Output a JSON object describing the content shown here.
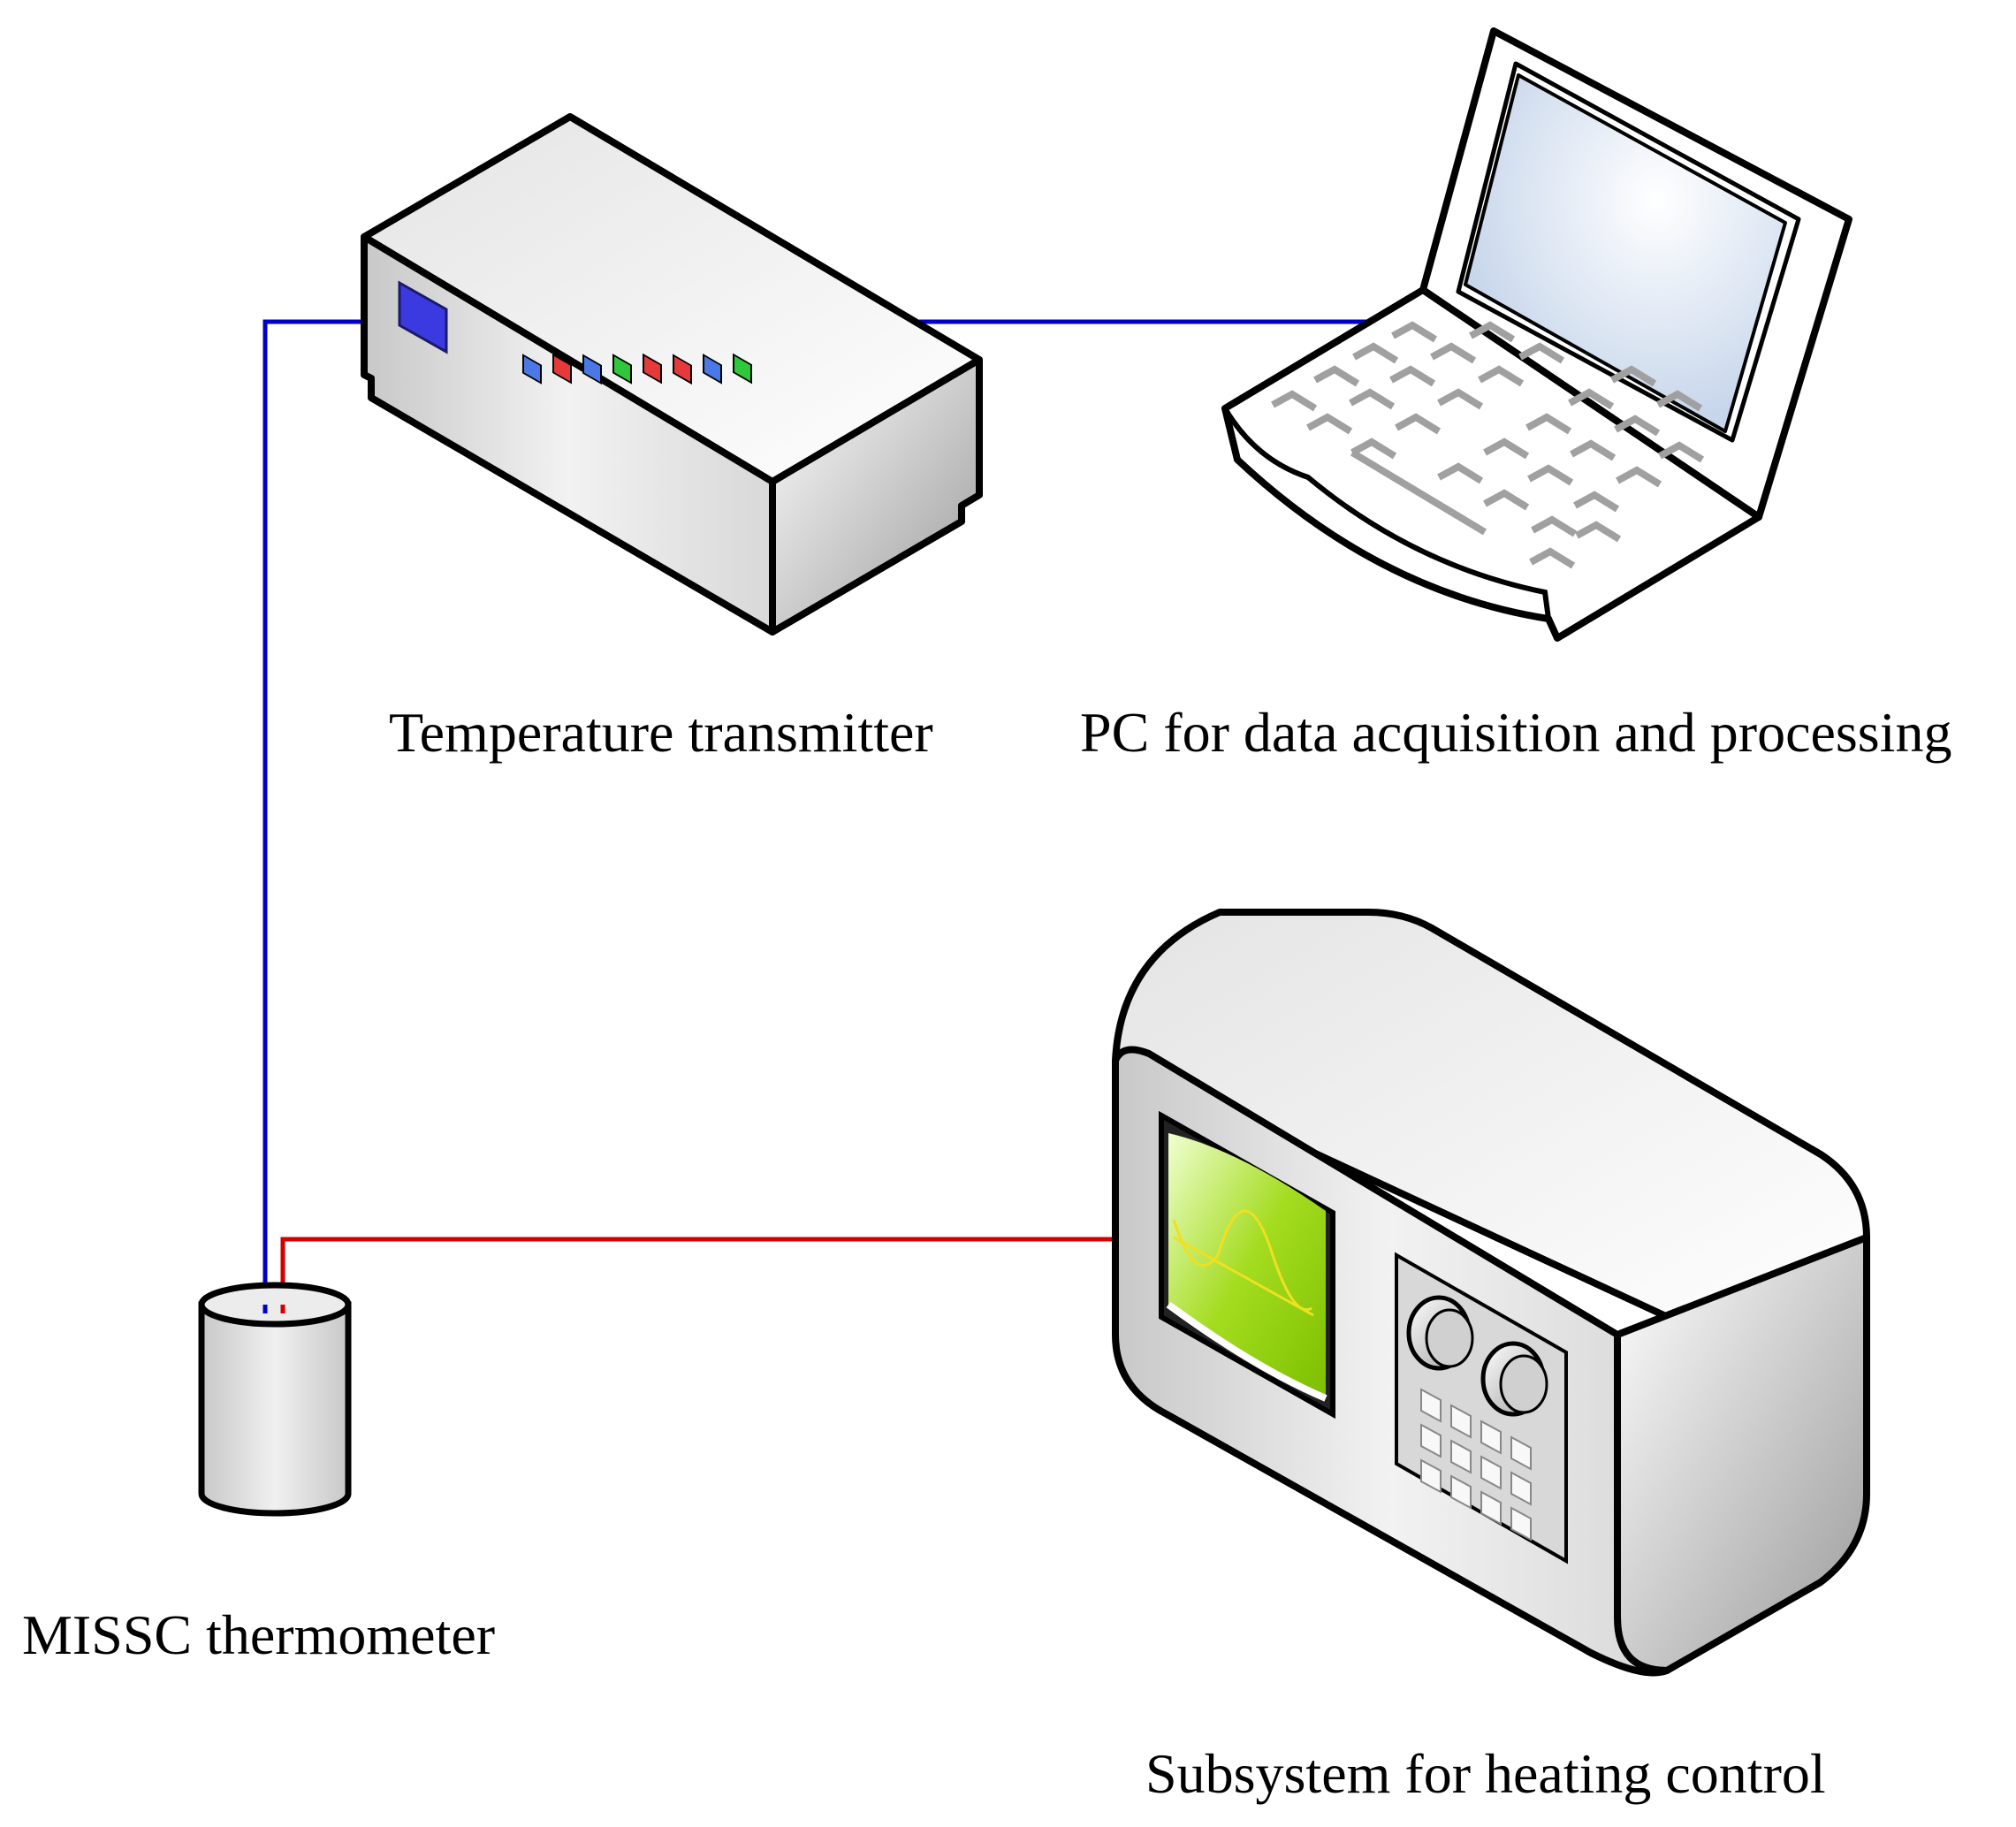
{
  "labels": {
    "transmitter": "Temperature transmitter",
    "pc": "PC for data acquisition and processing",
    "thermometer": "MISSC thermometer",
    "heating": "Subsystem for heating control"
  },
  "colors": {
    "signal_wire": "#0000c8",
    "heating_wire": "#d40000",
    "device_body": "#e6e6e6",
    "outline": "#000000",
    "screen_green": "#8ccc00",
    "led_blue": "#4a78e6",
    "led_red": "#e63a3a",
    "led_green": "#2ec83a"
  },
  "leds": [
    "blue",
    "red",
    "blue",
    "green",
    "red",
    "red",
    "blue",
    "green"
  ],
  "icons": [
    "transmitter-icon",
    "laptop-icon",
    "thermometer-icon",
    "heating-controller-icon"
  ]
}
